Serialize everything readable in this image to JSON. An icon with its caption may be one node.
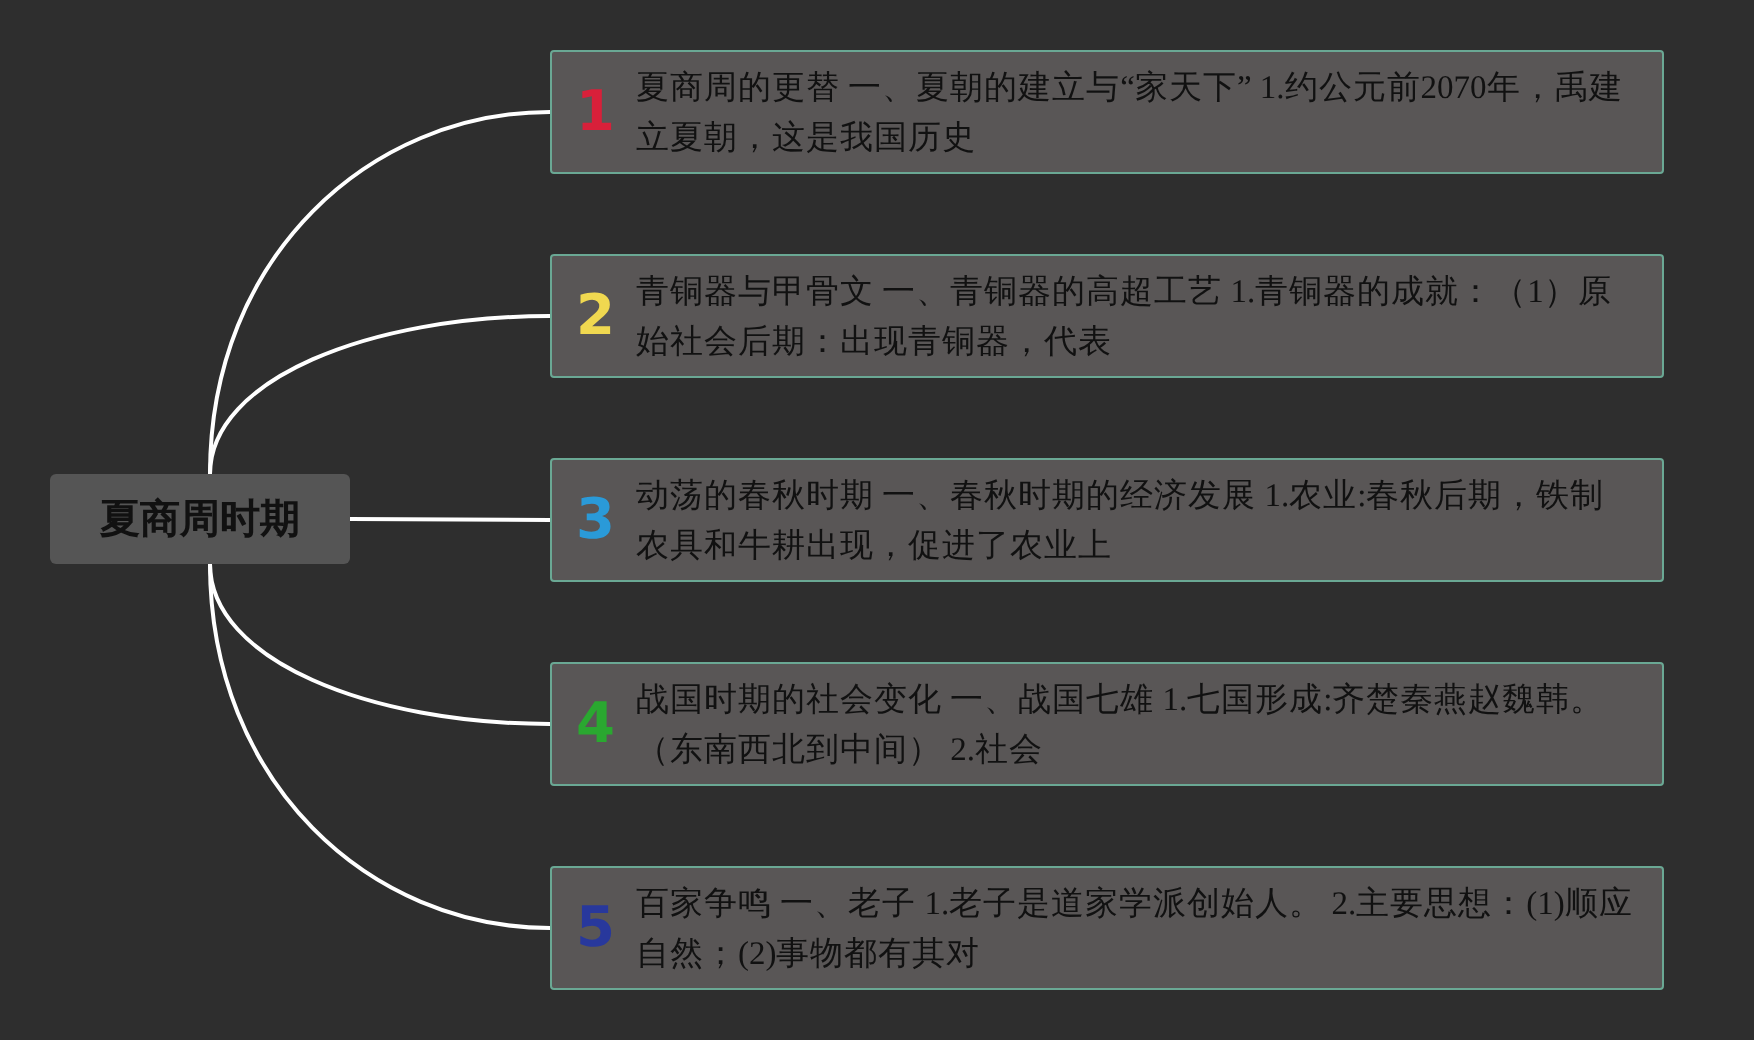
{
  "diagram": {
    "nodes": [
      {
        "text": [
          "夏商周时期"
        ]
      },
      {
        "text": [
          "1",
          "夏商周的更替 一、夏朝的建立与“家天下” 1.约公元前2070年，禹建立夏朝，这是我国历史"
        ]
      },
      {
        "text": [
          "2",
          "青铜器与甲骨文 一、青铜器的高超工艺 1.青铜器的成就：（1）原始社会后期：出现青铜器，代表"
        ]
      },
      {
        "text": [
          "3",
          "动荡的春秋时期 一、春秋时期的经济发展 1.农业:春秋后期，铁制农具和牛耕出现，促进了农业上"
        ]
      },
      {
        "text": [
          "4",
          "战国时期的社会变化 一、战国七雄 1.七国形成:齐楚秦燕赵魏韩。（东南西北到中间） 2.社会"
        ]
      },
      {
        "text": [
          "5",
          "百家争鸣 一、老子 1.老子是道家学派创始人。 2.主要思想：(1)顺应自然；(2)事物都有其对"
        ]
      }
    ],
    "edges": [
      {
        "from": 0,
        "to": 1,
        "arrow": "none"
      },
      {
        "from": 0,
        "to": 2,
        "arrow": "none"
      },
      {
        "from": 0,
        "to": 3,
        "arrow": "none"
      },
      {
        "from": 0,
        "to": 4,
        "arrow": "none"
      },
      {
        "from": 0,
        "to": 5,
        "arrow": "none"
      }
    ]
  }
}
